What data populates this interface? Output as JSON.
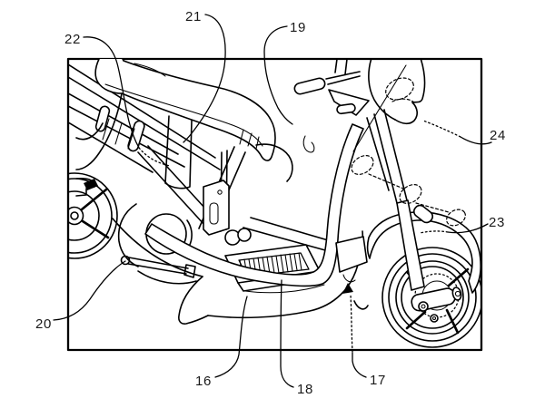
{
  "figure": {
    "colors": {
      "background": "#ffffff",
      "line": "#000000",
      "label_text": "#1a1a1a"
    },
    "labels": {
      "n16": "16",
      "n17": "17",
      "n18": "18",
      "n19": "19",
      "n20": "20",
      "n21": "21",
      "n22": "22",
      "n23": "23",
      "n24": "24"
    }
  }
}
